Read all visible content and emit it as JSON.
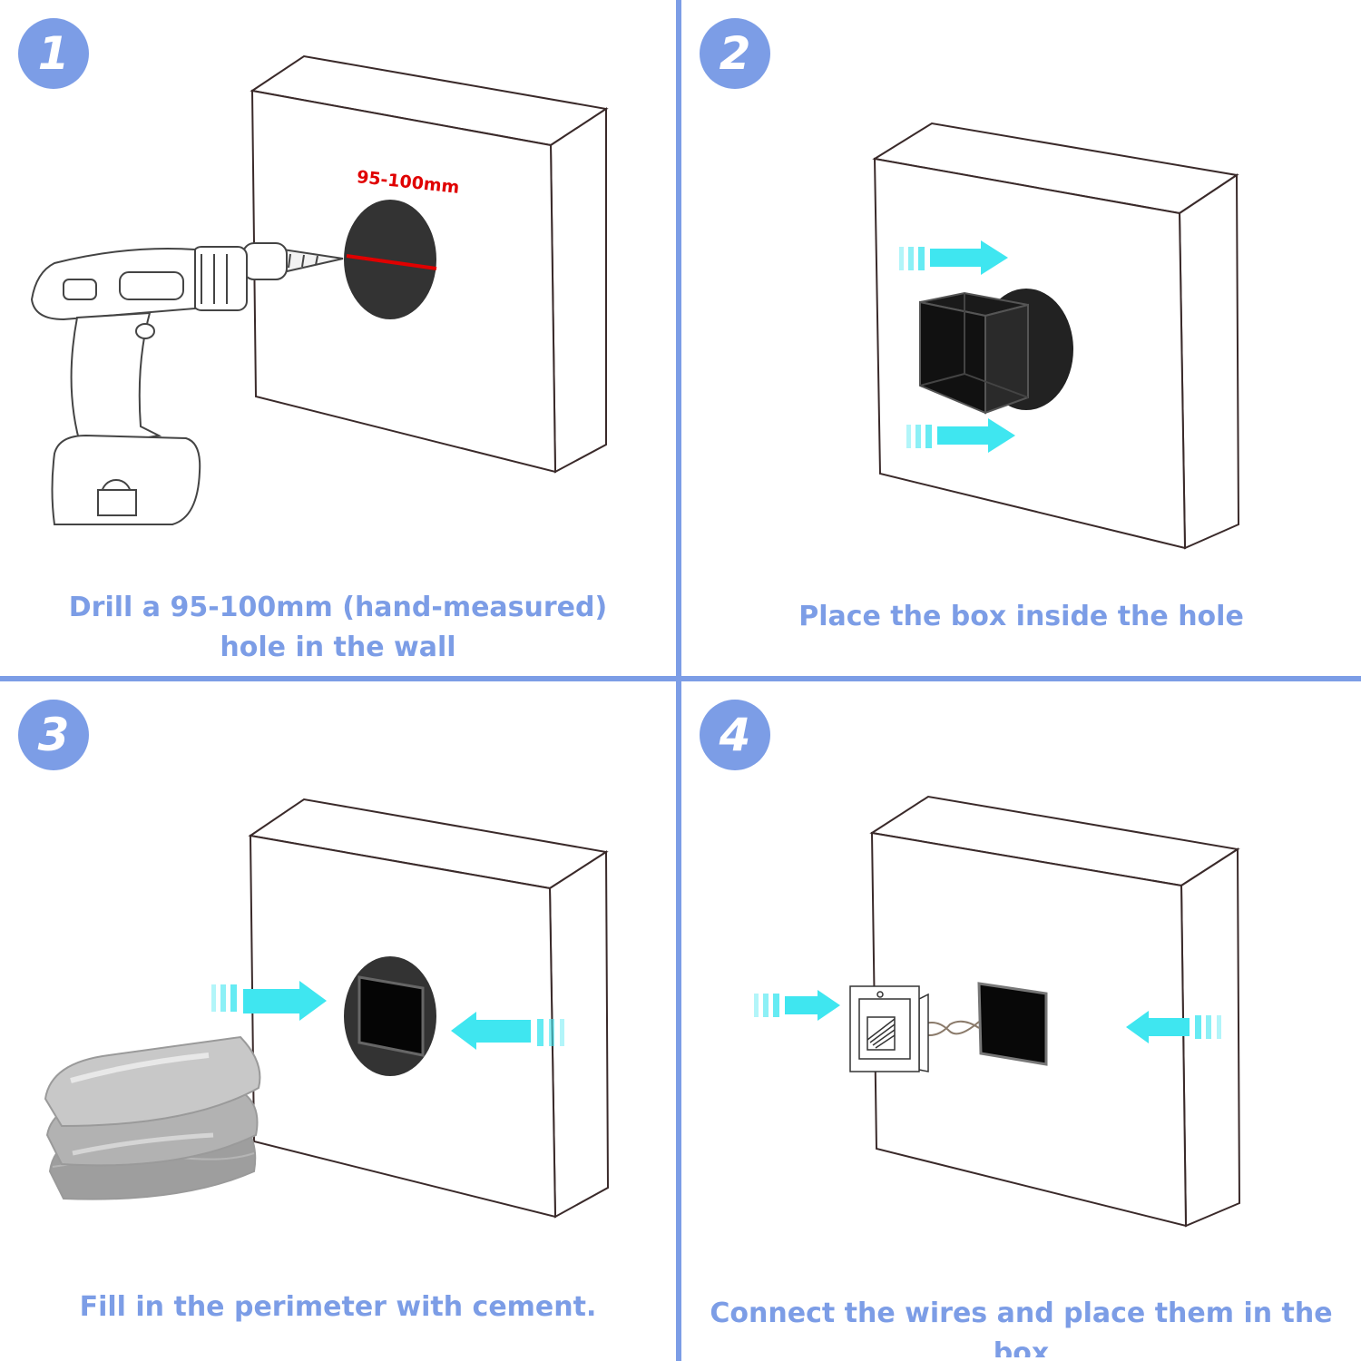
{
  "colors": {
    "accent": "#7c9de6",
    "measurement": "#e00000",
    "arrow": "#3fe6f0",
    "hole": "#333333",
    "box": "#111111"
  },
  "steps": [
    {
      "number": "1",
      "caption_line1": "Drill a 95-100mm (hand-measured)",
      "caption_line2": "hole in the wall",
      "measurement": "95-100mm"
    },
    {
      "number": "2",
      "caption_line1": "Place the box inside the hole"
    },
    {
      "number": "3",
      "caption_line1": "Fill in the perimeter with cement."
    },
    {
      "number": "4",
      "caption_line1": "Connect the wires and place them in the box"
    }
  ]
}
